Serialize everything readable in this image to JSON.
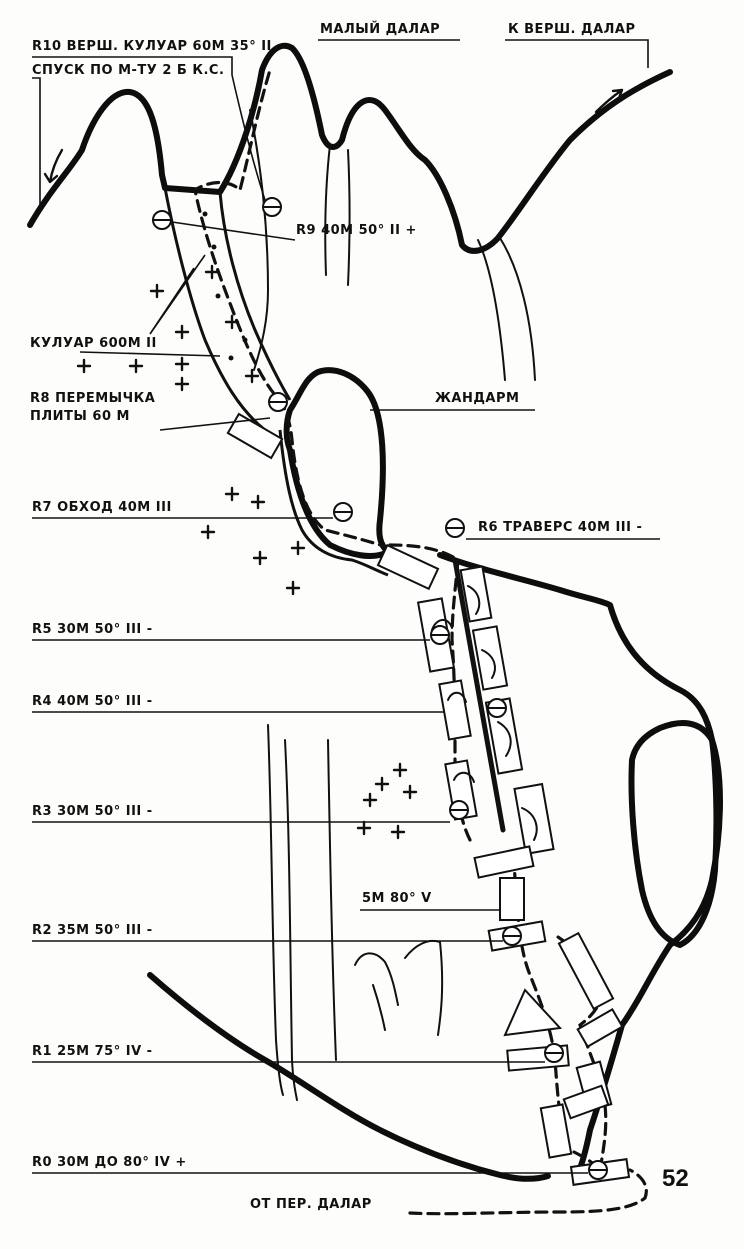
{
  "labels": {
    "r10": "R10 ВЕРШ. КУЛУАР 60М 35° II",
    "r10_descent": "СПУСК ПО М-ТУ 2 Б К.С.",
    "maly_dalar": "МАЛЫЙ ДАЛАР",
    "to_summit": "К ВЕРШ. ДАЛАР",
    "r9": "R9 40М 50° II +",
    "couloir": "КУЛУАР 600М II",
    "r8_line1": "R8 ПЕРЕМЫЧКА",
    "r8_line2": "ПЛИТЫ 60 М",
    "gendarme": "ЖАНДАРМ",
    "r7": "R7 ОБХОД 40М III",
    "r6": "R6 ТРАВЕРС 40М III -",
    "r5": "R5 30М 50° III -",
    "r4": "R4 40М 50° III -",
    "r3": "R3 30М 50° III -",
    "step": "5М 80° V",
    "r2": "R2 35М 50° III -",
    "r1": "R1 25М 75° IV -",
    "r0": "R0 30М ДО 80° IV +",
    "from_pass": "ОТ ПЕР. ДАЛАР"
  },
  "page_number": "52"
}
